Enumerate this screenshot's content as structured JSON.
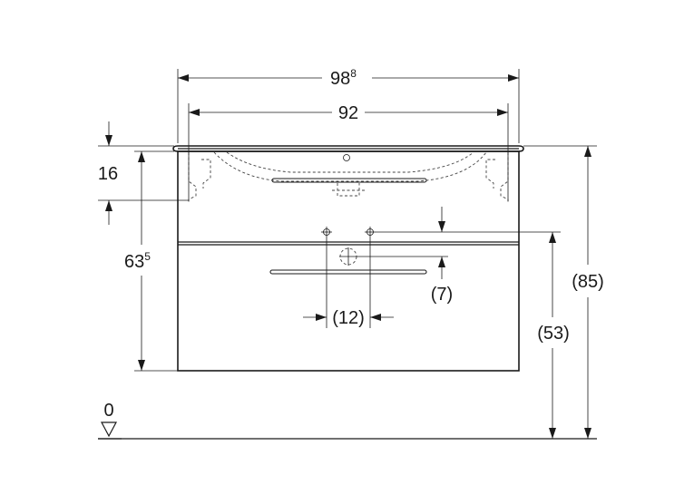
{
  "dimensions": {
    "overall_width": {
      "main": "98",
      "sup": "8"
    },
    "basin_width": "92",
    "top_thickness": "16",
    "cabinet_height": {
      "main": "63",
      "sup": "5"
    },
    "overall_height": "(85)",
    "drain_height": "(53)",
    "drain_offset": "(7)",
    "valve_spacing": "(12)",
    "floor_level": "0"
  }
}
